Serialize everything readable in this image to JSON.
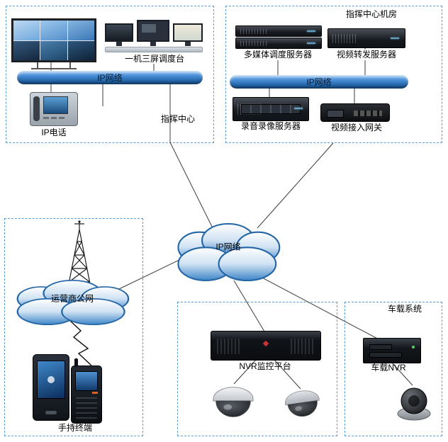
{
  "colors": {
    "zone_border": "#5b9bd5",
    "pipe_blue": "#2e75b6",
    "cloud_edge": "#2465a5",
    "connector_line": "#3c3c3c"
  },
  "command_center": {
    "title": "指挥中心",
    "console": "一机三屏调度台",
    "network": "IP网络",
    "phone": "IP电话"
  },
  "machine_room": {
    "title": "指挥中心机房",
    "server_multimedia": "多媒体调度服务器",
    "server_forward": "视频转发服务器",
    "network": "IP网络",
    "server_recording": "录音录像服务器",
    "gateway": "视频接入网关"
  },
  "core": {
    "network": "IP网络"
  },
  "access": {
    "carrier_cloud": "运营商公网",
    "handheld": "手持终端"
  },
  "surveillance": {
    "platform": "NVR监控平台"
  },
  "vehicle": {
    "title": "车载系统",
    "nvr": "车载NVR"
  }
}
